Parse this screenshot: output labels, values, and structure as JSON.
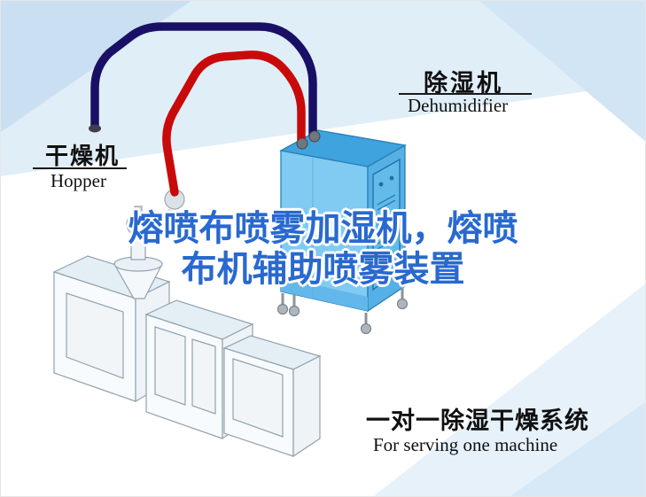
{
  "labels": {
    "dryer": {
      "cn": "干燥机",
      "en": "Hopper"
    },
    "dehumidifier": {
      "cn": "除湿机",
      "en": "Dehumidifier"
    }
  },
  "title": {
    "line1": "熔喷布喷雾加湿机，熔喷",
    "line2": "布机辅助喷雾装置"
  },
  "caption": {
    "cn": "一对一除湿干燥系统",
    "en": "For serving one machine"
  },
  "colors": {
    "title_blue": "#2969cf",
    "pipe_red": "#c90a0a",
    "pipe_navy": "#191066",
    "machine_blue": "#7fcbf2",
    "bg_tint": "#e0eef8"
  }
}
